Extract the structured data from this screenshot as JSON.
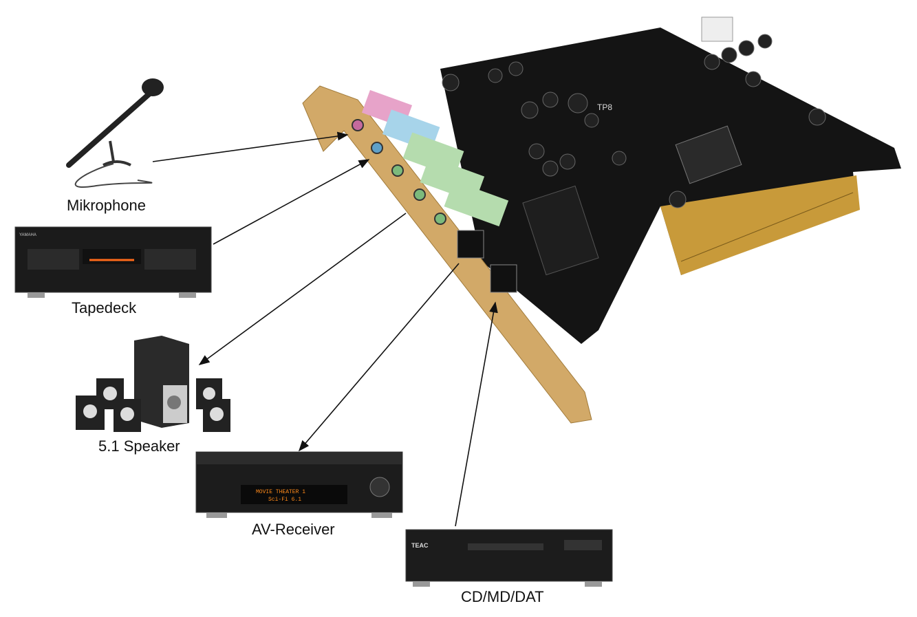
{
  "labels": {
    "microphone": "Mikrophone",
    "tapedeck": "Tapedeck",
    "speaker": "5.1 Speaker",
    "receiver": "AV-Receiver",
    "cd": "CD/MD/DAT"
  },
  "device_text": {
    "card_marking": "TP8",
    "tapedeck_brand": "YAMAHA",
    "receiver_line1": "MOVIE THEATER 1",
    "receiver_line2": "Sci-Fi 6.1",
    "cd_brand": "TEAC"
  },
  "colors": {
    "pcb": "#141414",
    "bracket": "#d2a968",
    "gold_fingers": "#c89a3a",
    "jack_pink": "#e7a3c9",
    "jack_blue": "#a7d4ea",
    "jack_green": "#b5dcae",
    "display": "#ff8a1a"
  }
}
